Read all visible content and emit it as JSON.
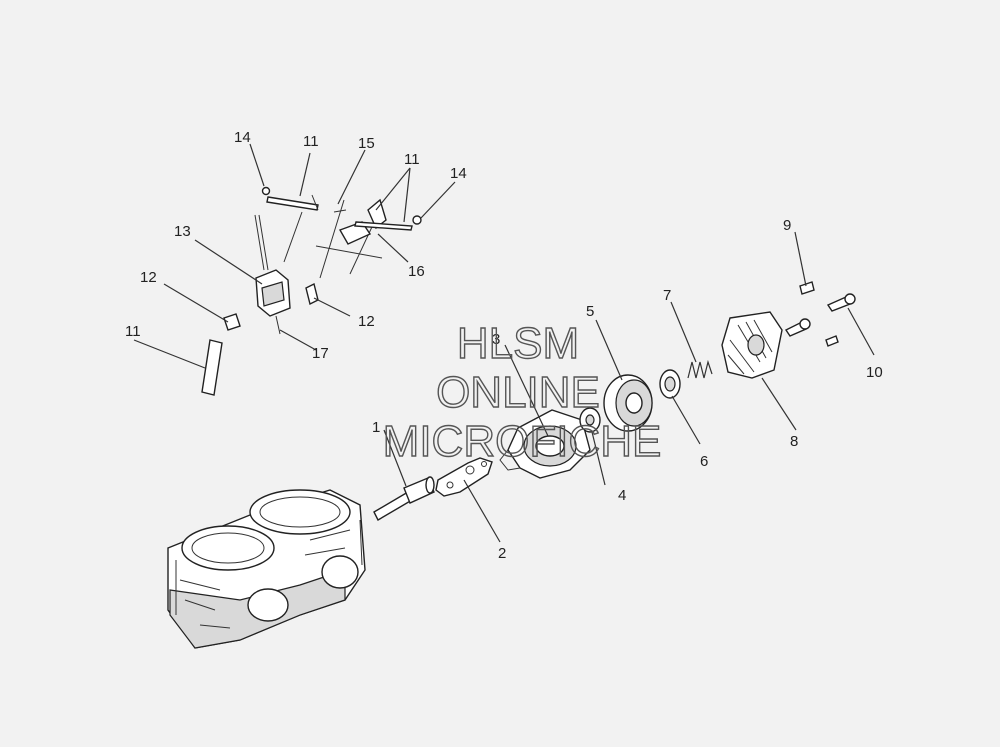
{
  "callouts": {
    "c1": "1",
    "c2": "2",
    "c3": "3",
    "c4": "4",
    "c5": "5",
    "c6": "6",
    "c7": "7",
    "c8": "8",
    "c9": "9",
    "c10": "10",
    "c11a": "11",
    "c11b": "11",
    "c11c": "11",
    "c12a": "12",
    "c12b": "12",
    "c13": "13",
    "c14a": "14",
    "c14b": "14",
    "c15": "15",
    "c16": "16",
    "c17": "17"
  },
  "watermark": {
    "line1": "HLSM",
    "line2": "ONLINE",
    "line3": "MICROFICHE"
  }
}
